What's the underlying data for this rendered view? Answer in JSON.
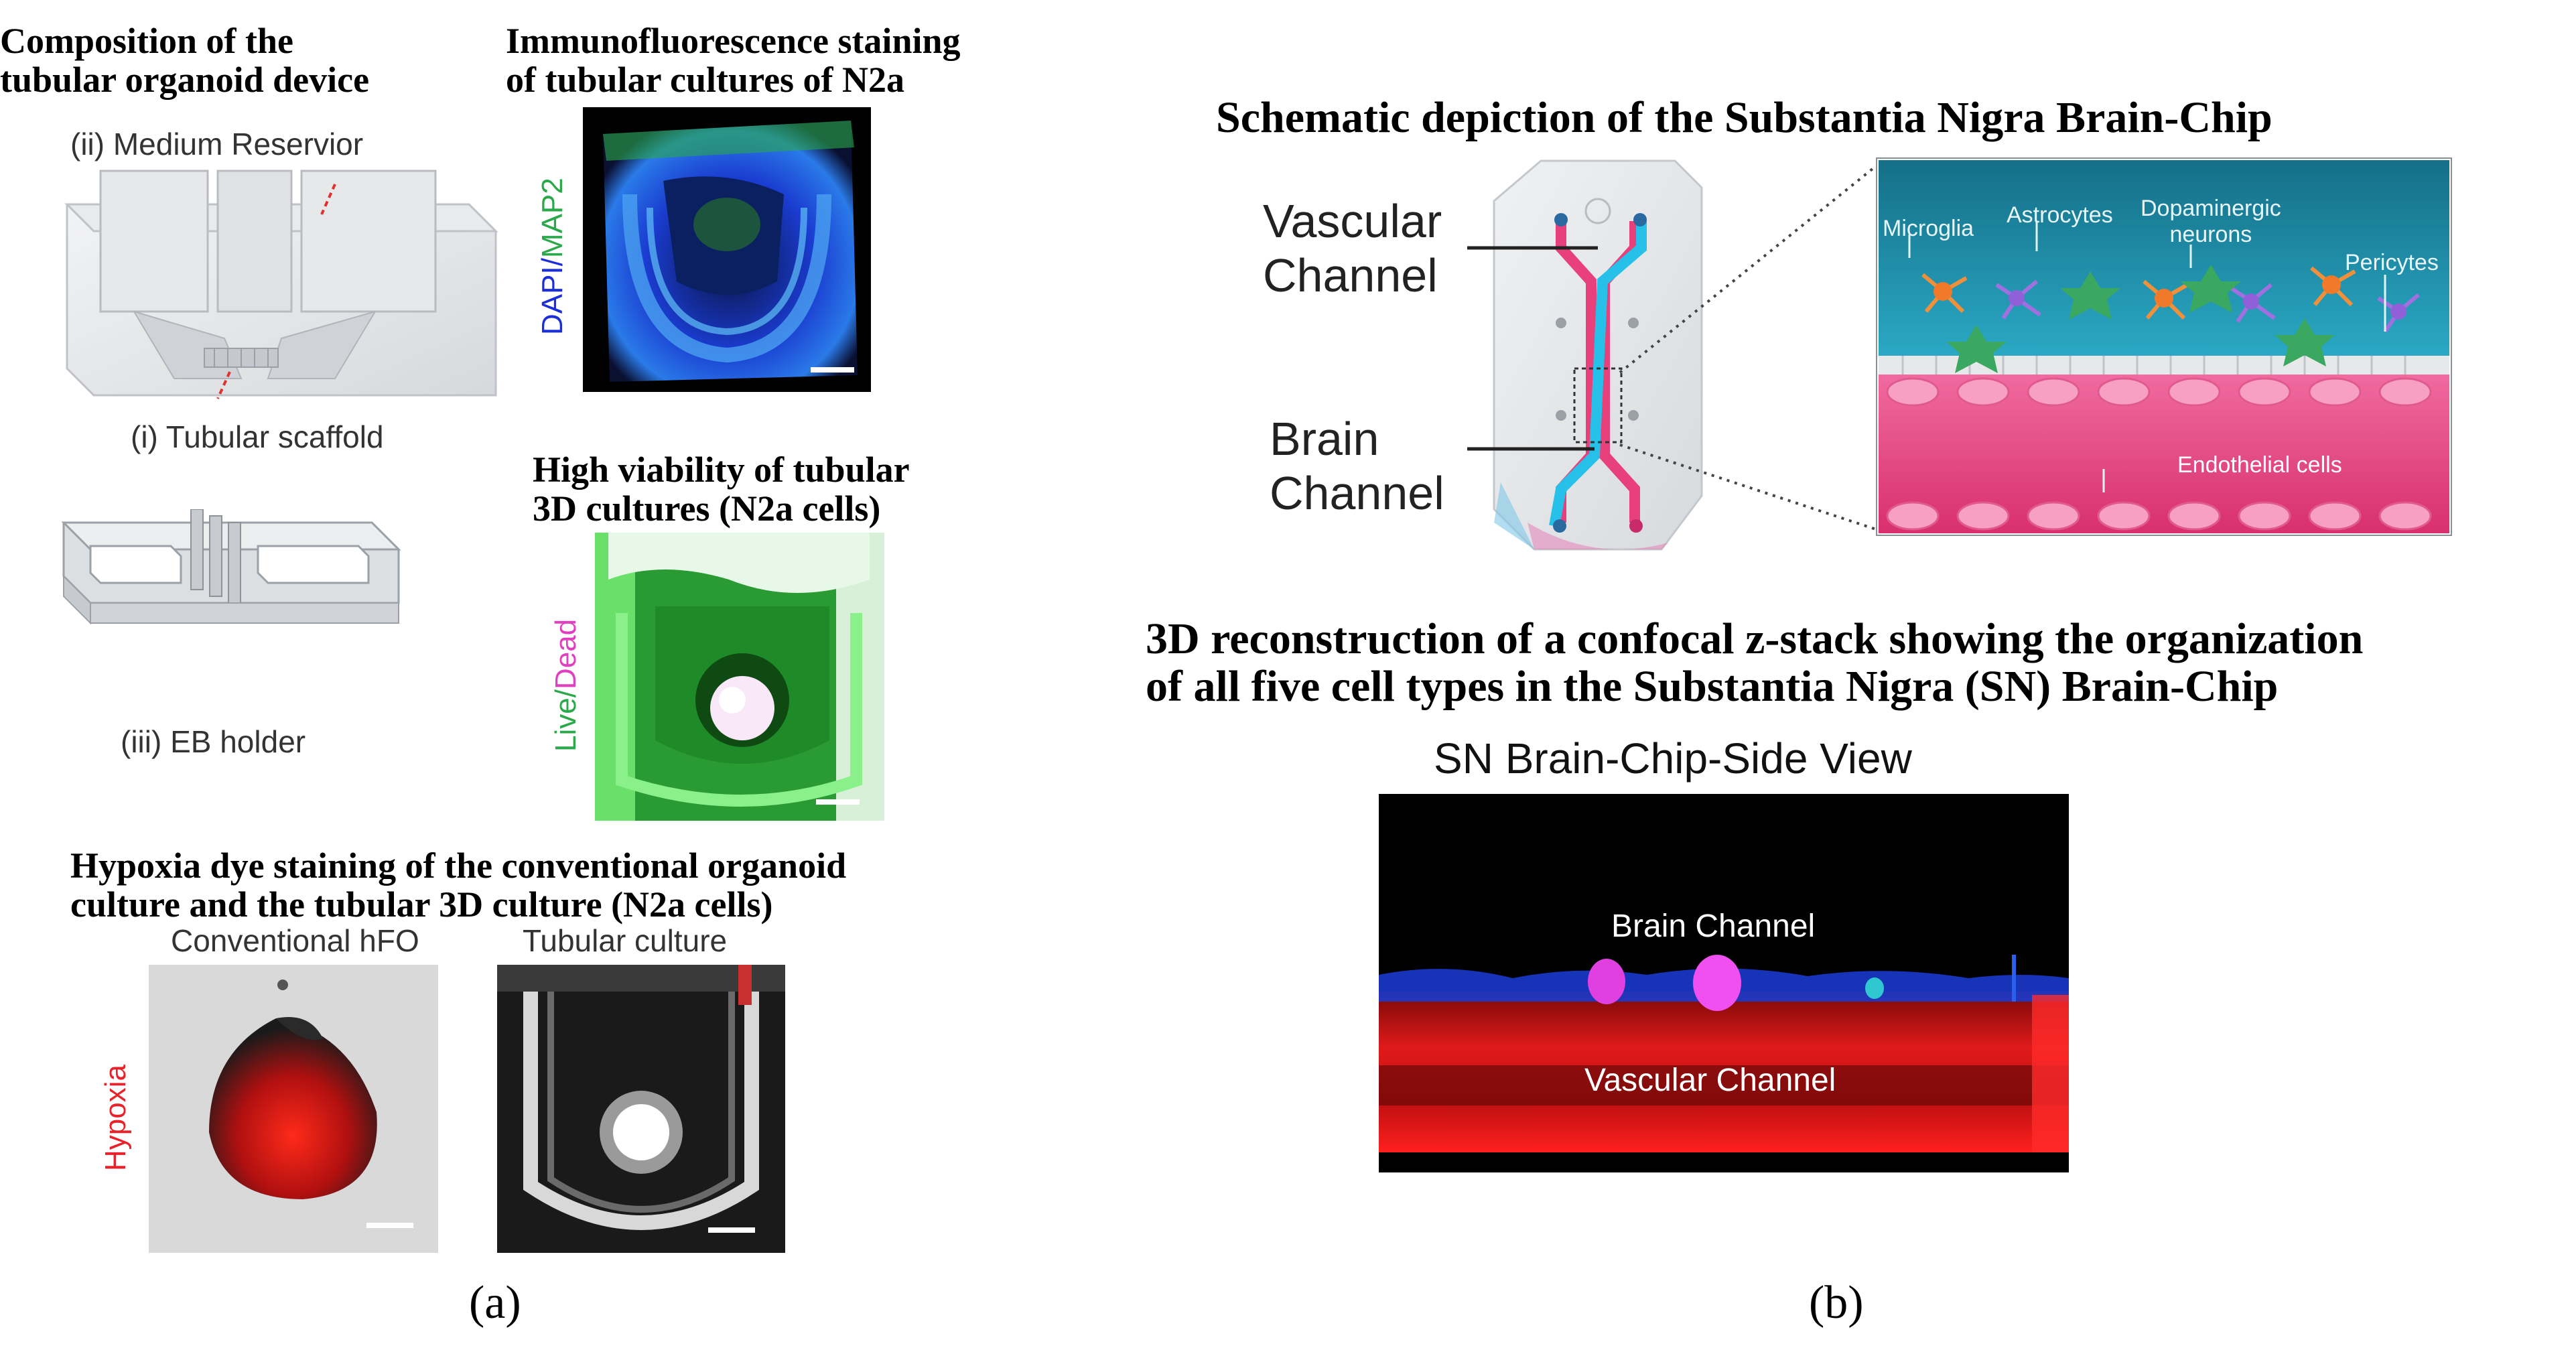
{
  "panel_a": {
    "composition": {
      "title_line1": "Composition of the",
      "title_line2": "tubular organoid device",
      "label_reservoir": "(ii) Medium Reservior",
      "label_scaffold": "(i) Tubular scaffold",
      "label_holder": "(iii) EB holder"
    },
    "immuno": {
      "title_line1": "Immunofluorescence staining",
      "title_line2": "of tubular cultures of N2a",
      "stain_dapi": "DAPI",
      "stain_sep": "/",
      "stain_map2": "MAP2"
    },
    "viability": {
      "title_line1": "High viability of tubular",
      "title_line2": "3D cultures (N2a cells)",
      "stain_live": "Live",
      "stain_sep": "/",
      "stain_dead": "Dead"
    },
    "hypoxia": {
      "title_line1": "Hypoxia dye staining of the conventional organoid",
      "title_line2": "culture and the tubular 3D culture (N2a cells)",
      "label_conventional": "Conventional hFO",
      "label_tubular": "Tubular culture",
      "stain_label": "Hypoxia"
    },
    "caption": "(a)"
  },
  "panel_b": {
    "schematic_title": "Schematic depiction of the Substantia Nigra Brain-Chip",
    "vascular_channel_line1": "Vascular",
    "vascular_channel_line2": "Channel",
    "brain_channel_line1": "Brain",
    "brain_channel_line2": "Channel",
    "inset_labels": {
      "microglia": "Microglia",
      "astrocytes": "Astrocytes",
      "dopaminergic_line1": "Dopaminergic",
      "dopaminergic_line2": "neurons",
      "pericytes": "Pericytes",
      "endothelial": "Endothelial cells"
    },
    "reconstruction_title_line1": "3D reconstruction of a confocal z-stack showing the organization",
    "reconstruction_title_line2": "of all five cell types in the Substantia Nigra (SN) Brain-Chip",
    "side_view_title": "SN Brain-Chip-Side View",
    "side_brain_label": "Brain Channel",
    "side_vascular_label": "Vascular Channel",
    "caption": "(b)"
  },
  "colors": {
    "dapi_blue": "#1a2fd8",
    "map2_green": "#2aa84a",
    "dead_magenta": "#e040c0",
    "hypoxia_red": "#e8222a",
    "vascular_pink": "#e8407a",
    "brain_cyan": "#27c0e8",
    "inset_teal": "#1f8fa8"
  }
}
